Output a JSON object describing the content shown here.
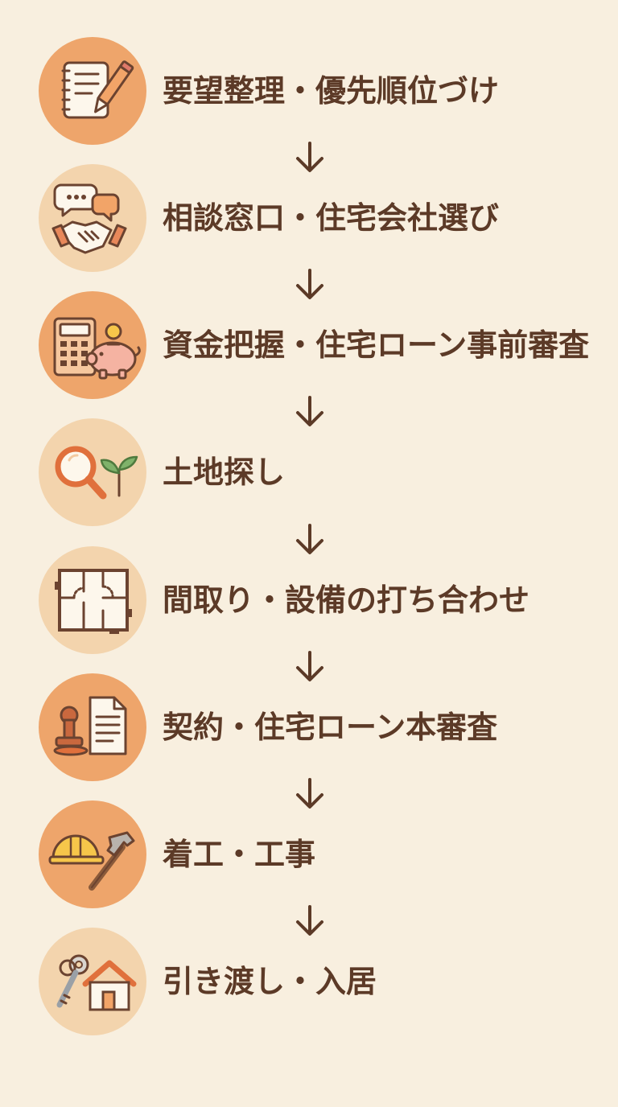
{
  "colors": {
    "background": "#f8efdf",
    "circle_dark": "#eea56b",
    "circle_light": "#f3d4ad",
    "text": "#5c3a27",
    "arrow": "#5c3a27"
  },
  "steps": [
    {
      "label": "要望整理・優先順位づけ",
      "icon": "notepad-pencil-icon"
    },
    {
      "label": "相談窓口・住宅会社選び",
      "icon": "handshake-speech-icon"
    },
    {
      "label": "資金把握・住宅ローン事前審査",
      "icon": "calculator-piggybank-icon"
    },
    {
      "label": "土地探し",
      "icon": "magnifier-sprout-icon"
    },
    {
      "label": "間取り・設備の打ち合わせ",
      "icon": "floorplan-icon"
    },
    {
      "label": "契約・住宅ローン本審査",
      "icon": "stamp-document-icon"
    },
    {
      "label": "着工・工事",
      "icon": "helmet-hammer-icon"
    },
    {
      "label": "引き渡し・入居",
      "icon": "key-house-icon"
    }
  ]
}
